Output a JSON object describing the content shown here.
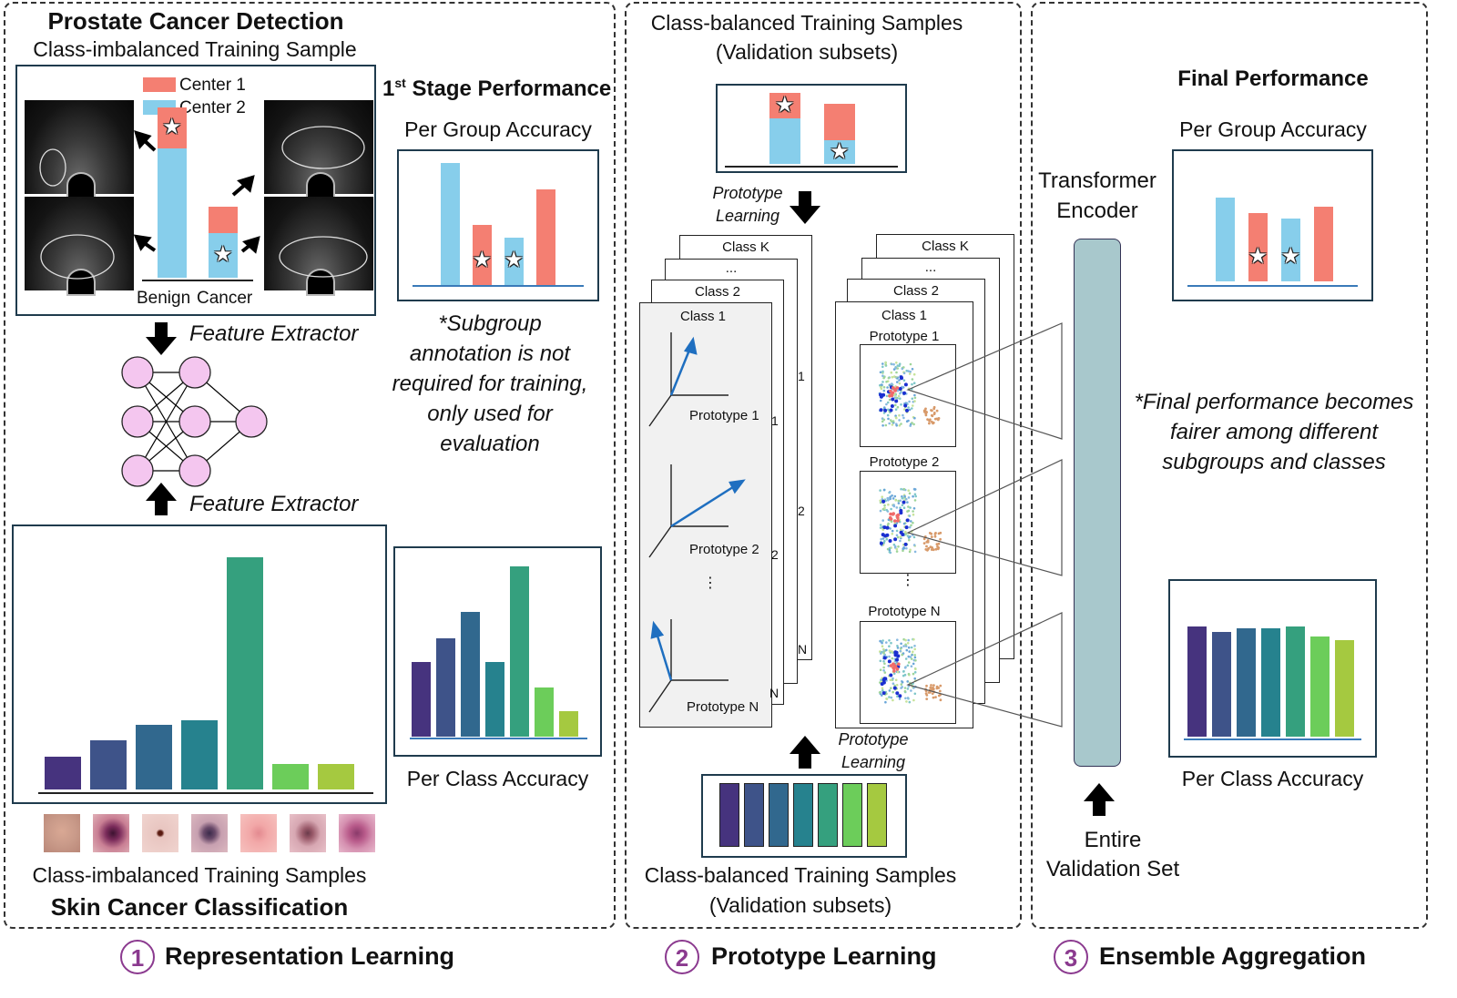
{
  "colors": {
    "center1": "#f47f72",
    "center2": "#87ceeb",
    "badge": "#8b3a8f",
    "encoder": "#a8c8cc",
    "viridis": [
      "#46337e",
      "#3e5389",
      "#31688e",
      "#26828e",
      "#35a07e",
      "#6ccd5a",
      "#a5c940"
    ]
  },
  "panel1": {
    "prostate_title": "Prostate Cancer Detection",
    "prostate_sub": "Class-imbalanced Training Sample",
    "legend_center1": "Center 1",
    "legend_center2": "Center 2",
    "label_benign": "Benign",
    "label_cancer": "Cancer",
    "feature_extractor_top": "Feature Extractor",
    "feature_extractor_bottom": "Feature Extractor",
    "first_stage_prefix": "1",
    "first_stage_sup": "st",
    "first_stage_rest": " Stage Performance",
    "per_group_accuracy": "Per Group Accuracy",
    "note_lines": [
      "*Subgroup",
      "annotation is not",
      "required for training,",
      "only used for",
      "evaluation"
    ],
    "per_class_accuracy": "Per Class Accuracy",
    "skin_samples": "Class-imbalanced Training Samples",
    "skin_title": "Skin Cancer Classification"
  },
  "panel2": {
    "top_title": "Class-balanced Training Samples",
    "top_sub": "(Validation subsets)",
    "prototype_learning_top": [
      "Prototype",
      "Learning"
    ],
    "class_k": "Class K",
    "ellipsis": "...",
    "class_2": "Class 2",
    "class_1": "Class 1",
    "prototype_1": "Prototype 1",
    "prototype_2": "Prototype 2",
    "prototype_n": "Prototype N",
    "vdots": "⋮",
    "edge_1": "1",
    "edge_2": "2",
    "edge_n": "N",
    "prototype_learning_bottom": [
      "Prototype",
      "Learning"
    ],
    "bottom_title": "Class-balanced Training Samples",
    "bottom_sub": "(Validation subsets)"
  },
  "panel3": {
    "final_performance": "Final Performance",
    "per_group_accuracy": "Per Group Accuracy",
    "transformer": "Transformer",
    "encoder": "Encoder",
    "note_lines": [
      "*Final performance becomes",
      "fairer among different",
      "subgroups and classes"
    ],
    "per_class_accuracy": "Per Class Accuracy",
    "entire": "Entire",
    "validation_set": "Validation Set"
  },
  "stages": [
    {
      "num": "1",
      "label": "Representation Learning"
    },
    {
      "num": "2",
      "label": "Prototype Learning"
    },
    {
      "num": "3",
      "label": "Ensemble Aggregation"
    }
  ],
  "chart_data": [
    {
      "type": "bar",
      "chart": "prostate-training-distribution",
      "categories": [
        "Benign",
        "Cancer"
      ],
      "series": [
        {
          "name": "Center 2",
          "values": [
            0.95,
            0.33
          ]
        },
        {
          "name": "Center 1",
          "values": [
            0.3,
            0.19
          ]
        }
      ],
      "ylim": [
        0,
        1
      ]
    },
    {
      "type": "bar",
      "chart": "first-stage-per-group",
      "values": [
        0.97,
        0.48,
        0.38,
        0.76
      ],
      "ylim": [
        0,
        1
      ]
    },
    {
      "type": "bar",
      "chart": "skin-training-distribution",
      "values": [
        0.14,
        0.21,
        0.28,
        0.3,
        1.0,
        0.11,
        0.11
      ],
      "ylim": [
        0,
        1
      ]
    },
    {
      "type": "bar",
      "chart": "first-stage-per-class",
      "values": [
        0.44,
        0.58,
        0.73,
        0.44,
        1.0,
        0.29,
        0.15
      ],
      "ylim": [
        0,
        1
      ]
    },
    {
      "type": "bar",
      "chart": "validation-subsets-top",
      "series": [
        {
          "name": "Center 2",
          "values": [
            0.64,
            0.33
          ]
        },
        {
          "name": "Center 1",
          "values": [
            0.36,
            0.52
          ]
        }
      ],
      "ylim": [
        0,
        1
      ]
    },
    {
      "type": "bar",
      "chart": "validation-subsets-bottom",
      "values": [
        1,
        1,
        1,
        1,
        1,
        1,
        1
      ],
      "ylim": [
        0,
        1
      ]
    },
    {
      "type": "bar",
      "chart": "final-per-group",
      "values": [
        0.95,
        0.77,
        0.71,
        0.85
      ],
      "ylim": [
        0,
        1
      ]
    },
    {
      "type": "bar",
      "chart": "final-per-class",
      "values": [
        1.0,
        0.95,
        0.98,
        0.98,
        1.0,
        0.91,
        0.88
      ],
      "ylim": [
        0,
        1
      ]
    }
  ]
}
